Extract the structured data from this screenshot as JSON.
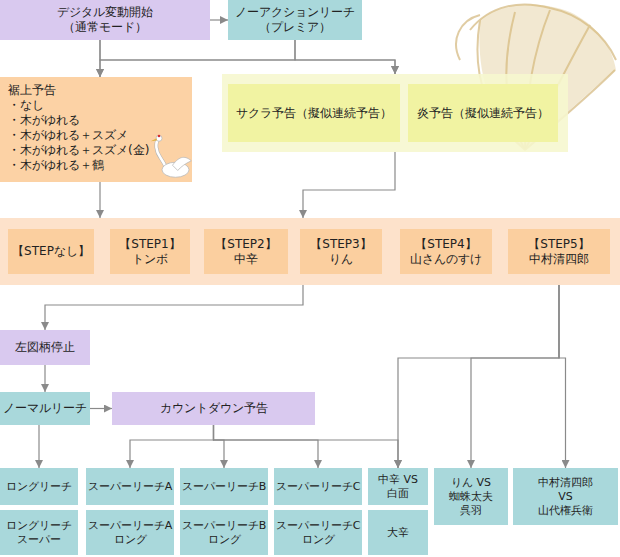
{
  "diagram": {
    "nodes": [
      {
        "text": [
          "デジタル変動開始 （通常モード）"
        ]
      },
      {
        "text": [
          "ノーアクションリーチ （プレミア）"
        ]
      },
      {
        "text": [
          "裾上予告",
          "・なし",
          "・木がゆれる",
          "・木がゆれる＋スズメ",
          "・木がゆれる＋スズメ(金)",
          "・木がゆれる＋鶴"
        ]
      },
      {
        "text": []
      },
      {
        "text": [
          "サクラ予告（擬似連続予告）"
        ],
        "in": 3
      },
      {
        "text": [
          "炎予告（擬似連続予告）"
        ],
        "in": 3
      },
      {
        "text": []
      },
      {
        "text": [
          "【STEPなし】"
        ],
        "in": 6
      },
      {
        "text": [
          "【STEP1】 トンボ"
        ],
        "in": 6
      },
      {
        "text": [
          "【STEP2】 中辛"
        ],
        "in": 6
      },
      {
        "text": [
          "【STEP3】 りん"
        ],
        "in": 6
      },
      {
        "text": [
          "【STEP4】 山さんのすけ"
        ],
        "in": 6
      },
      {
        "text": [
          "【STEP5】 中村清四郎"
        ],
        "in": 6
      },
      {
        "text": [
          "左図柄停止"
        ]
      },
      {
        "text": [
          "ノーマルリーチ"
        ]
      },
      {
        "text": [
          "カウントダウン予告"
        ]
      },
      {
        "text": [
          "ロングリーチ"
        ]
      },
      {
        "text": [
          "スーパーリーチA"
        ]
      },
      {
        "text": [
          "スーパーリーチB"
        ]
      },
      {
        "text": [
          "スーパーリーチC"
        ]
      },
      {
        "text": [
          "中辛 VS 白面"
        ]
      },
      {
        "text": [
          "りん VS 蜘蛛太夫 呉羽"
        ]
      },
      {
        "text": [
          "中村清四郎 VS 山代権兵衛"
        ]
      },
      {
        "text": [
          "ロングリーチ スーパー"
        ]
      },
      {
        "text": [
          "スーパーリーチA ロング"
        ]
      },
      {
        "text": [
          "スーパーリーチB ロング"
        ]
      },
      {
        "text": [
          "スーパーリーチC ロング"
        ]
      },
      {
        "text": [
          "大辛"
        ]
      }
    ],
    "edges": [
      {
        "from": 0,
        "to": 1,
        "arrow": "to"
      },
      {
        "from": 0,
        "to": 2,
        "arrow": "to"
      },
      {
        "from": 0,
        "to": 3,
        "arrow": "to"
      },
      {
        "from": 1,
        "to": 2,
        "arrow": "to"
      },
      {
        "from": 1,
        "to": 3,
        "arrow": "to"
      },
      {
        "from": 2,
        "to": 6,
        "arrow": "to"
      },
      {
        "from": 3,
        "to": 6,
        "arrow": "to"
      },
      {
        "from": 6,
        "to": 13,
        "arrow": "to"
      },
      {
        "from": 13,
        "to": 14,
        "arrow": "to"
      },
      {
        "from": 14,
        "to": 15,
        "arrow": "to"
      },
      {
        "from": 14,
        "to": 16,
        "arrow": "to"
      },
      {
        "from": 15,
        "to": 17,
        "arrow": "to"
      },
      {
        "from": 15,
        "to": 18,
        "arrow": "to"
      },
      {
        "from": 15,
        "to": 19,
        "arrow": "to"
      },
      {
        "from": 15,
        "to": 20,
        "arrow": "to"
      },
      {
        "from": 12,
        "to": 20,
        "arrow": "to"
      },
      {
        "from": 12,
        "to": 21,
        "arrow": "to"
      },
      {
        "from": 12,
        "to": 22,
        "arrow": "to"
      }
    ]
  }
}
